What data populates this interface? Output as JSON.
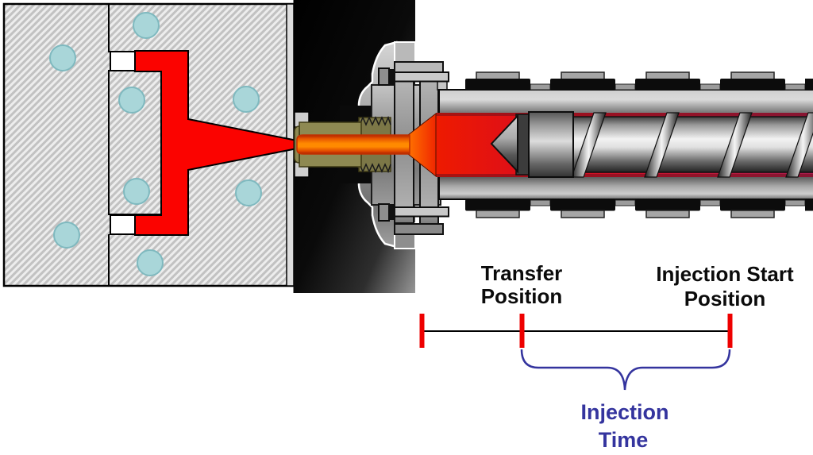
{
  "labels": {
    "transfer_position": {
      "line1": "Transfer",
      "line2": "Position"
    },
    "injection_start_position": {
      "line1": "Injection Start",
      "line2": "Position"
    },
    "injection_time": {
      "line1": "Injection",
      "line2": "Time"
    }
  },
  "colors": {
    "melt_red": "#fb0300",
    "melt_orange": "#ff8a00",
    "tick_red": "#ee0000",
    "annotation_blue": "#34349e",
    "coolant_teal": "#a9d6d9",
    "nozzle_brass": "#8e8952",
    "heater_band_black": "#0c0c0c"
  }
}
